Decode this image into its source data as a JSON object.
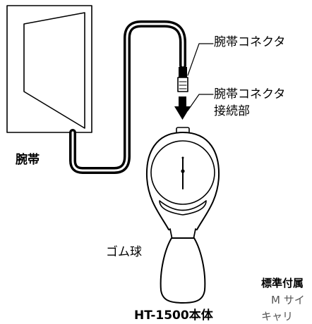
{
  "labels": {
    "cuff_connector": "腕帯コネクタ",
    "cuff_connector_joint": "腕帯コネクタ\n接続部",
    "cuff": "腕帯",
    "rubber_bulb": "ゴム球",
    "main_unit": "HT-1500本体",
    "standard_accessories": "標準付属",
    "accessory_line1": "M サイ",
    "accessory_line2": "キャリ"
  }
}
